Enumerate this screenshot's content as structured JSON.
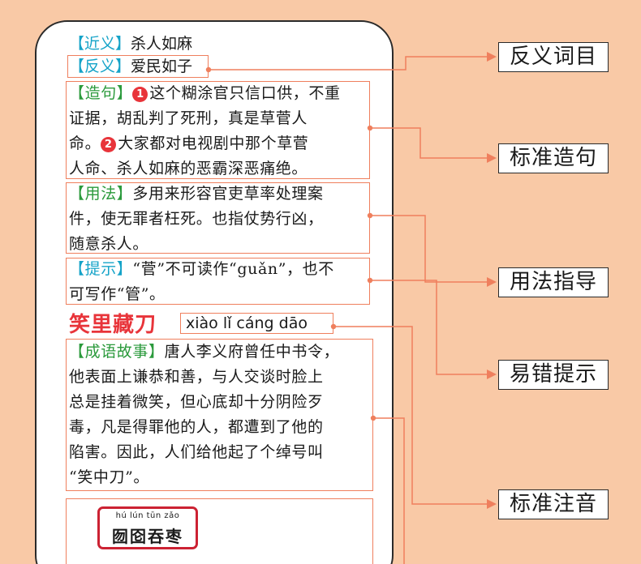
{
  "entry": {
    "synonym": {
      "tag": "【近义】",
      "text": "杀人如麻"
    },
    "antonym": {
      "tag": "【反义】",
      "text": "爱民如子"
    },
    "example": {
      "tag": "【造句】",
      "num1": "1",
      "line1": "这个糊涂官只信口供，不重",
      "line2": "证据，胡乱判了死刑，真是草菅人",
      "line3a": "命。",
      "num2": "2",
      "line3b": "大家都对电视剧中那个草菅",
      "line4": "人命、杀人如麻的恶霸深恶痛绝。"
    },
    "usage": {
      "tag": "【用法】",
      "line1": "多用来形容官吏草率处理案",
      "line2": "件，使无罪者枉死。也指仗势行凶，",
      "line3": "随意杀人。"
    },
    "tip": {
      "tag": "【提示】",
      "line1": "“菅”不可读作“guǎn”，也不",
      "line2": "可写作“管”。"
    },
    "next_idiom": {
      "title": "笑里藏刀",
      "pinyin": "xiào lǐ cáng dāo"
    },
    "story": {
      "tag": "【成语故事】",
      "line1": "唐人李义府曾任中书令，",
      "line2": "他表面上谦恭和善，与人交谈时脸上",
      "line3": "总是挂着微笑，但心底却十分阴险歹",
      "line4": "毒，凡是得罪他的人，都遭到了他的",
      "line5": "陷害。因此，人们给他起了个绰号叫",
      "line6": "“笑中刀”。"
    },
    "stamp": {
      "pinyin": "hú lún tūn zǎo",
      "seal": "囫囵吞枣"
    }
  },
  "callouts": [
    "反义词目",
    "标准造句",
    "用法指导",
    "易错提示",
    "标准注音"
  ],
  "colors": {
    "background": "#F9C9A6",
    "tag_blue": "#15a3c8",
    "tag_green": "#2b9a3c",
    "accent_red": "#e8343a",
    "connector_orange": "#ef7f5d"
  }
}
